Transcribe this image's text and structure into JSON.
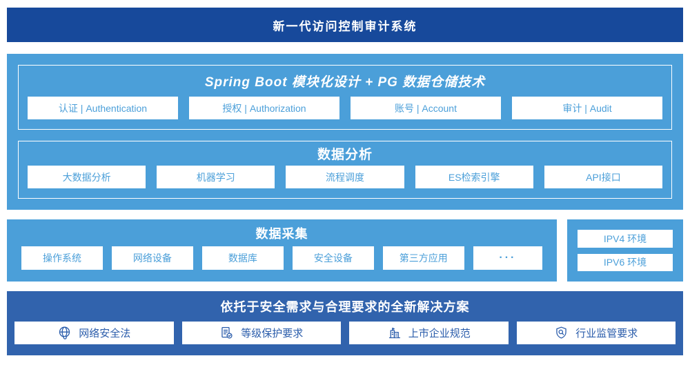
{
  "colors": {
    "header_bg": "#17499b",
    "mid_bg": "#4b9fd9",
    "bottom_bg": "#3163ad",
    "light_button_text": "#4b9fd9",
    "dark_button_text": "#2b5dab",
    "white": "#ffffff"
  },
  "header": {
    "title": "新一代访问控制审计系统"
  },
  "platform": {
    "spring": {
      "title": "Spring Boot 模块化设计 + PG 数据仓储技术",
      "items": [
        "认证 | Authentication",
        "授权 | Authorization",
        "账号 | Account",
        "审计 | Audit"
      ]
    },
    "analysis": {
      "title": "数据分析",
      "items": [
        "大数据分析",
        "机器学习",
        "流程调度",
        "ES检索引擎",
        "API接口"
      ]
    }
  },
  "collection": {
    "title": "数据采集",
    "items": [
      "操作系统",
      "网络设备",
      "数据库",
      "安全设备",
      "第三方应用",
      "···"
    ],
    "env_items": [
      "IPV4 环境",
      "IPV6 环境"
    ]
  },
  "solution": {
    "title": "依托于安全需求与合理要求的全新解决方案",
    "items": [
      {
        "icon": "globe-icon",
        "label": "网络安全法"
      },
      {
        "icon": "doc-check-icon",
        "label": "等级保护要求"
      },
      {
        "icon": "building-icon",
        "label": "上市企业规范"
      },
      {
        "icon": "shield-search-icon",
        "label": "行业监管要求"
      }
    ]
  }
}
